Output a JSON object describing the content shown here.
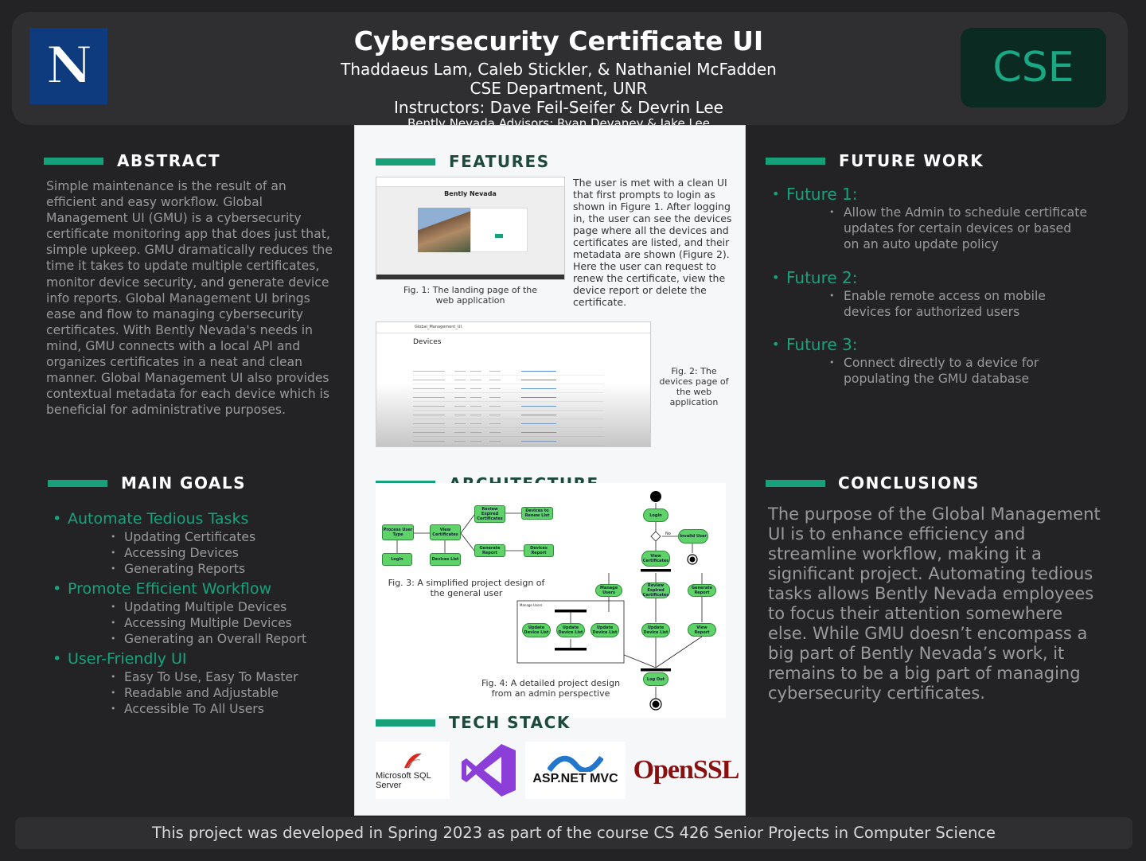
{
  "header": {
    "title": "Cybersecurity Certificate UI",
    "authors": "Thaddaeus Lam, Caleb Stickler, & Nathaniel McFadden",
    "department": "CSE Department, UNR",
    "instructors": "Instructors: Dave Feil-Seifer & Devrin Lee",
    "advisors": "Bently Nevada Advisors: Ryan Devaney & Jake Lee",
    "left_logo": "N",
    "right_logo": "CSE"
  },
  "abstract": {
    "heading": "ABSTRACT",
    "text": "Simple maintenance is the result of an efficient and easy workflow. Global Management UI (GMU) is a cybersecurity certificate monitoring app that does just that, simple upkeep. GMU dramatically reduces the time it takes to update multiple certificates, monitor device security, and generate device info reports. Global Management UI brings ease and flow to managing cybersecurity certificates. With Bently Nevada's needs in mind, GMU connects with a local API and organizes certificates in a neat and clean manner. Global Management UI also provides contextual metadata for each device which is beneficial for administrative purposes."
  },
  "goals": {
    "heading": "MAIN GOALS",
    "items": [
      {
        "title": "Automate Tedious Tasks",
        "subs": [
          "Updating Certificates",
          "Accessing Devices",
          "Generating Reports"
        ]
      },
      {
        "title": "Promote Efficient Workflow",
        "subs": [
          "Updating Multiple Devices",
          "Accessing Multiple Devices",
          "Generating an Overall Report"
        ]
      },
      {
        "title": "User-Friendly UI",
        "subs": [
          "Easy To Use, Easy To Master",
          "Readable and Adjustable",
          "Accessible To All Users"
        ]
      }
    ]
  },
  "features": {
    "heading": "FEATURES",
    "text": "The user is met with a clean UI that first prompts to login as shown in Figure 1. After logging in, the user can see the devices page where all the devices and certificates are listed, and their metadata are shown (Figure 2). Here the user can request to renew the certificate, view the device report or delete the certificate.",
    "fig1_caption": "Fig. 1: The landing page of the web application",
    "fig1_brand": "Bently Nevada",
    "fig2_caption": "Fig. 2: The devices page of the web application",
    "fig2_nav": "Global_Management_UI",
    "fig2_title": "Devices"
  },
  "architecture": {
    "heading": "ARCHITECTURE",
    "fig3_caption": "Fig. 3: A simplified project design of the general user",
    "fig4_caption": "Fig. 4: A detailed project design from an admin perspective",
    "fig3_nodes": [
      "Process User Type",
      "View Certificates",
      "Review Expired Certificates",
      "Devices to Renew List",
      "Generate Report",
      "Devices Report",
      "Login",
      "Devices List"
    ],
    "fig4_nodes": [
      "Login",
      "Invalid User",
      "View Certificates",
      "Manage Users",
      "Review Expired Certificates",
      "Generate Report",
      "Update Device List",
      "Update Device List",
      "Update Device List",
      "Update Device List",
      "View Report",
      "Log Out",
      "No",
      "Manage Users"
    ]
  },
  "tech_stack": {
    "heading": "TECH STACK",
    "items": [
      "Microsoft SQL Server",
      "Visual Studio",
      "ASP.NET MVC",
      "OpenSSL"
    ]
  },
  "future": {
    "heading": "FUTURE WORK",
    "items": [
      {
        "title": "Future 1:",
        "text": "Allow the Admin to schedule certificate updates for certain devices or based on an auto update policy"
      },
      {
        "title": "Future 2:",
        "text": "Enable remote access on mobile devices for authorized users"
      },
      {
        "title": "Future 3:",
        "text": "Connect directly to a device for populating the GMU database"
      }
    ]
  },
  "conclusions": {
    "heading": "CONCLUSIONS",
    "text": "The purpose of the Global Management UI is to enhance efficiency and streamline workflow, making it a significant project. Automating tedious tasks allows Bently Nevada employees to focus their attention somewhere else. While GMU doesn’t encompass a big part of Bently Nevada’s work, it remains to be a big part of managing cybersecurity certificates."
  },
  "footer": {
    "text": "This project was developed in Spring 2023 as part of the course CS 426 Senior Projects in Computer Science"
  },
  "colors": {
    "accent": "#18a07a",
    "background": "#232326",
    "panel": "#2f2f31",
    "unr_blue": "#0e3a7e"
  }
}
